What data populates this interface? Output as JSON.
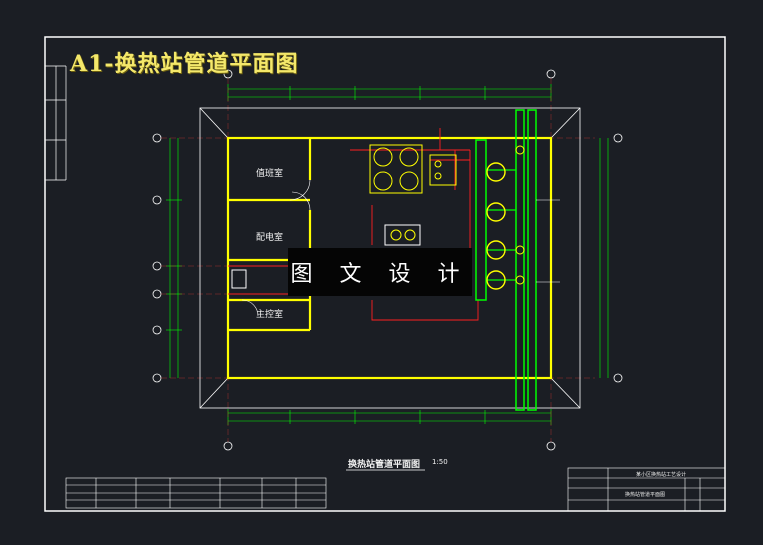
{
  "drawing": {
    "title": "A1-换热站管道平面图",
    "watermark": "图 文 设 计",
    "plan_title": "换热站管道平面图",
    "plan_scale": "1:50",
    "rooms": {
      "room1": "值班室",
      "room2": "配电室",
      "room3": "主控室"
    },
    "title_block": {
      "project": "某小区换热站工艺设计",
      "sheet": "换热站管道平面图"
    },
    "colors": {
      "background": "#1b1e24",
      "frame": "#ffffff",
      "wall": "#ffff00",
      "dimension": "#00ff00",
      "pipe_red": "#ff2020",
      "title": "#f4e86a"
    }
  }
}
